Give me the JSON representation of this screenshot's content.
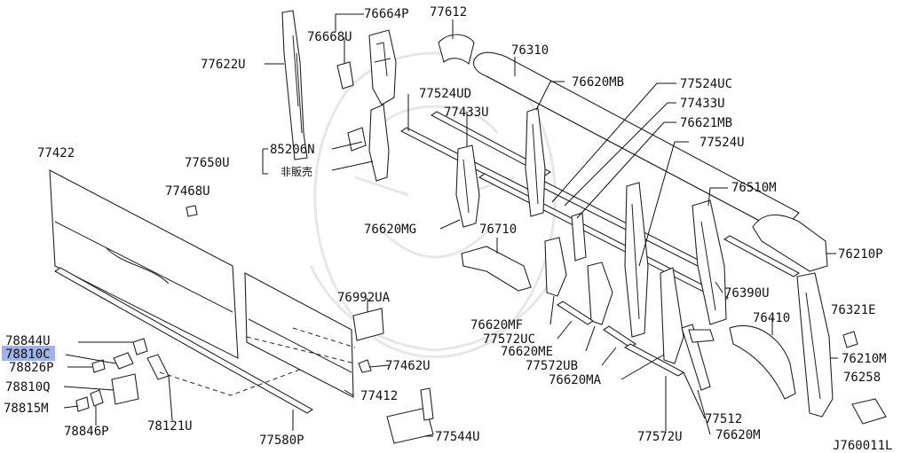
{
  "diagram_code": "J760011L",
  "not_for_sale_text": "非販売",
  "highlighted_part": "78810C",
  "parts": [
    {
      "id": "p77612",
      "label": "77612"
    },
    {
      "id": "p76664P",
      "label": "76664P"
    },
    {
      "id": "p76668U",
      "label": "76668U"
    },
    {
      "id": "p77622U",
      "label": "77622U"
    },
    {
      "id": "p76310",
      "label": "76310"
    },
    {
      "id": "p76620MB",
      "label": "76620MB"
    },
    {
      "id": "p77524UC",
      "label": "77524UC"
    },
    {
      "id": "p77524UD",
      "label": "77524UD"
    },
    {
      "id": "p77433U_a",
      "label": "77433U"
    },
    {
      "id": "p77433U_b",
      "label": "77433U"
    },
    {
      "id": "p76621MB",
      "label": "76621MB"
    },
    {
      "id": "p77524U",
      "label": "77524U"
    },
    {
      "id": "p85206N",
      "label": "85206N"
    },
    {
      "id": "p77650U",
      "label": "77650U"
    },
    {
      "id": "p77422",
      "label": "77422"
    },
    {
      "id": "p76510M",
      "label": "76510M"
    },
    {
      "id": "p77468U",
      "label": "77468U"
    },
    {
      "id": "p76620MG",
      "label": "76620MG"
    },
    {
      "id": "p76710",
      "label": "76710"
    },
    {
      "id": "p76210P",
      "label": "76210P"
    },
    {
      "id": "p76390U",
      "label": "76390U"
    },
    {
      "id": "p76992UA",
      "label": "76992UA"
    },
    {
      "id": "p76321E",
      "label": "76321E"
    },
    {
      "id": "p76620MF",
      "label": "76620MF"
    },
    {
      "id": "p76410",
      "label": "76410"
    },
    {
      "id": "p77572UC",
      "label": "77572UC"
    },
    {
      "id": "p78844U",
      "label": "78844U"
    },
    {
      "id": "p76620ME",
      "label": "76620ME"
    },
    {
      "id": "p78810C",
      "label": "78810C"
    },
    {
      "id": "p76210M",
      "label": "76210M"
    },
    {
      "id": "p77572UB",
      "label": "77572UB"
    },
    {
      "id": "p78826P",
      "label": "78826P"
    },
    {
      "id": "p77462U",
      "label": "77462U"
    },
    {
      "id": "p76620MA",
      "label": "76620MA"
    },
    {
      "id": "p76258",
      "label": "76258"
    },
    {
      "id": "p78810Q",
      "label": "78810Q"
    },
    {
      "id": "p77412",
      "label": "77412"
    },
    {
      "id": "p78815M",
      "label": "78815M"
    },
    {
      "id": "p78121U",
      "label": "78121U"
    },
    {
      "id": "p77512",
      "label": "77512"
    },
    {
      "id": "p78846P",
      "label": "78846P"
    },
    {
      "id": "p77580P",
      "label": "77580P"
    },
    {
      "id": "p77544U",
      "label": "77544U"
    },
    {
      "id": "p77572U",
      "label": "77572U"
    },
    {
      "id": "p76620M",
      "label": "76620M"
    }
  ]
}
